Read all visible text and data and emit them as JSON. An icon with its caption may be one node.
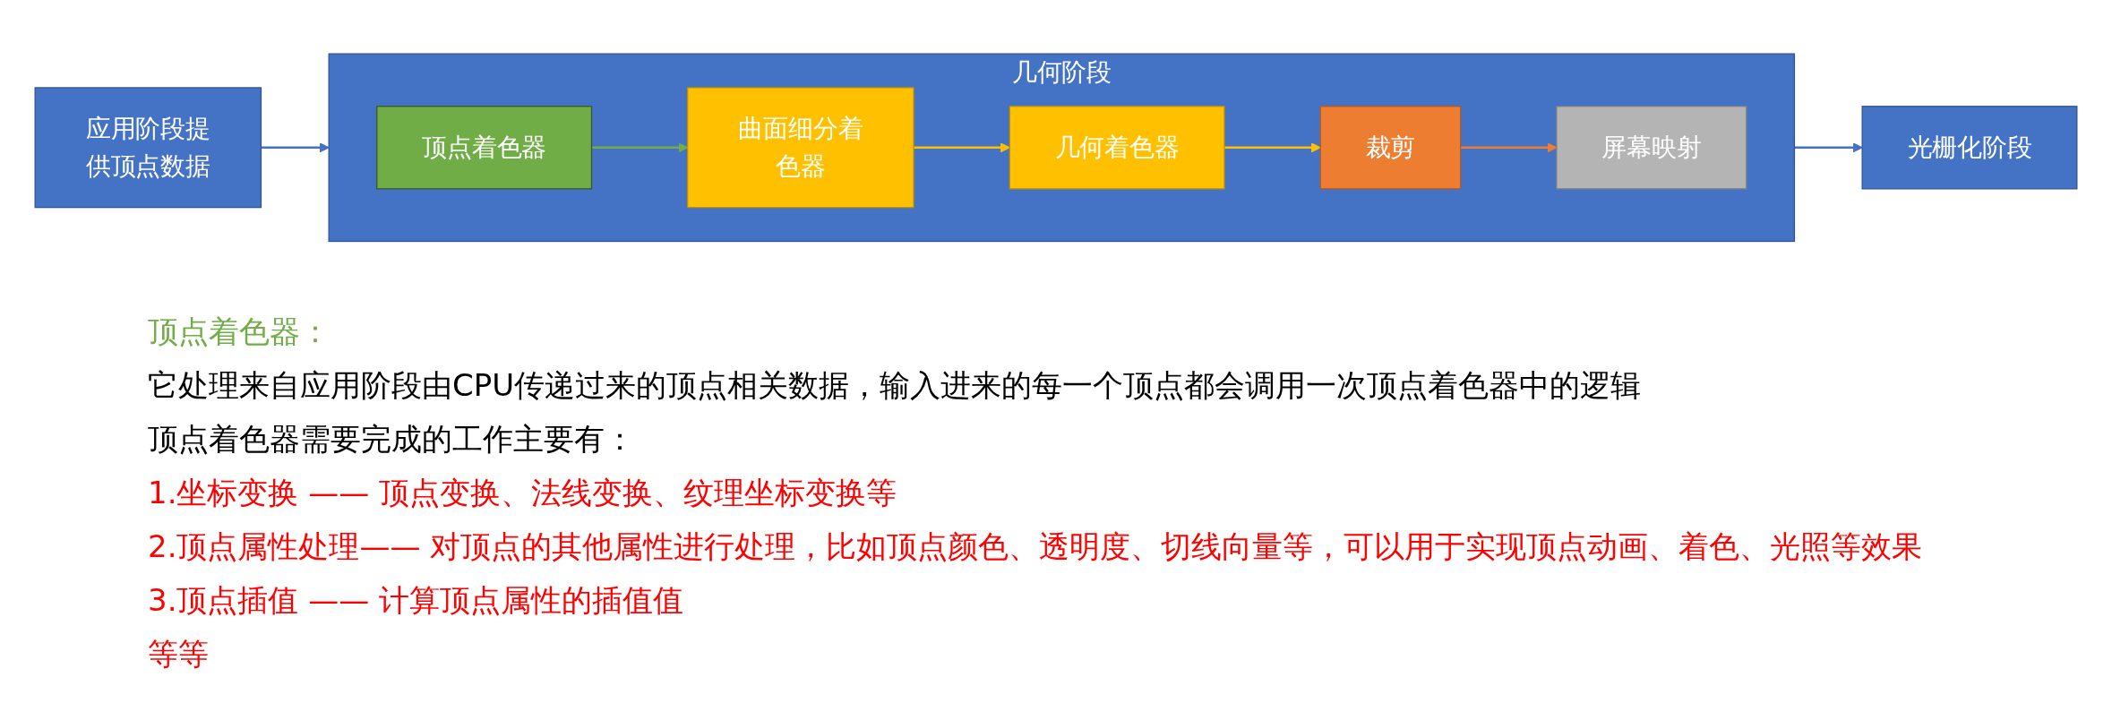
{
  "diagram": {
    "nodes": [
      {
        "text": [
          "应用阶段提供顶点数据"
        ]
      },
      {
        "text": [
          "几何阶段"
        ]
      },
      {
        "text": [
          "顶点着色器"
        ],
        "in": 1
      },
      {
        "text": [
          "曲面细分着色器"
        ],
        "in": 1
      },
      {
        "text": [
          "几何着色器"
        ],
        "in": 1
      },
      {
        "text": [
          "裁剪"
        ],
        "in": 1
      },
      {
        "text": [
          "屏幕映射"
        ],
        "in": 1
      },
      {
        "text": [
          "光栅化阶段"
        ]
      }
    ],
    "edges": [
      {
        "from": 0,
        "to": 1,
        "arrow": "to",
        "color": "#4472c4"
      },
      {
        "from": 2,
        "to": 3,
        "arrow": "to",
        "color": "#70ad47"
      },
      {
        "from": 3,
        "to": 4,
        "arrow": "to",
        "color": "#ffc000"
      },
      {
        "from": 4,
        "to": 5,
        "arrow": "to",
        "color": "#ffc000"
      },
      {
        "from": 5,
        "to": 6,
        "arrow": "to",
        "color": "#ed7d31"
      },
      {
        "from": 1,
        "to": 7,
        "arrow": "to",
        "color": "#4472c4"
      }
    ],
    "labels": [
      "顶点着色器：",
      "它处理来自应用阶段由CPU传递过来的顶点相关数据，输入进来的每一个顶点都会调用一次顶点着色器中的逻辑",
      "顶点着色器需要完成的工作主要有：",
      "1.坐标变换 —— 顶点变换、法线变换、纹理坐标变换等",
      "2.顶点属性处理—— 对顶点的其他属性进行处理，比如顶点颜色、透明度、切线向量等，可以用于实现顶点动画、着色、光照等效果",
      "3.顶点插值 —— 计算顶点属性的插值值",
      "等等"
    ]
  }
}
